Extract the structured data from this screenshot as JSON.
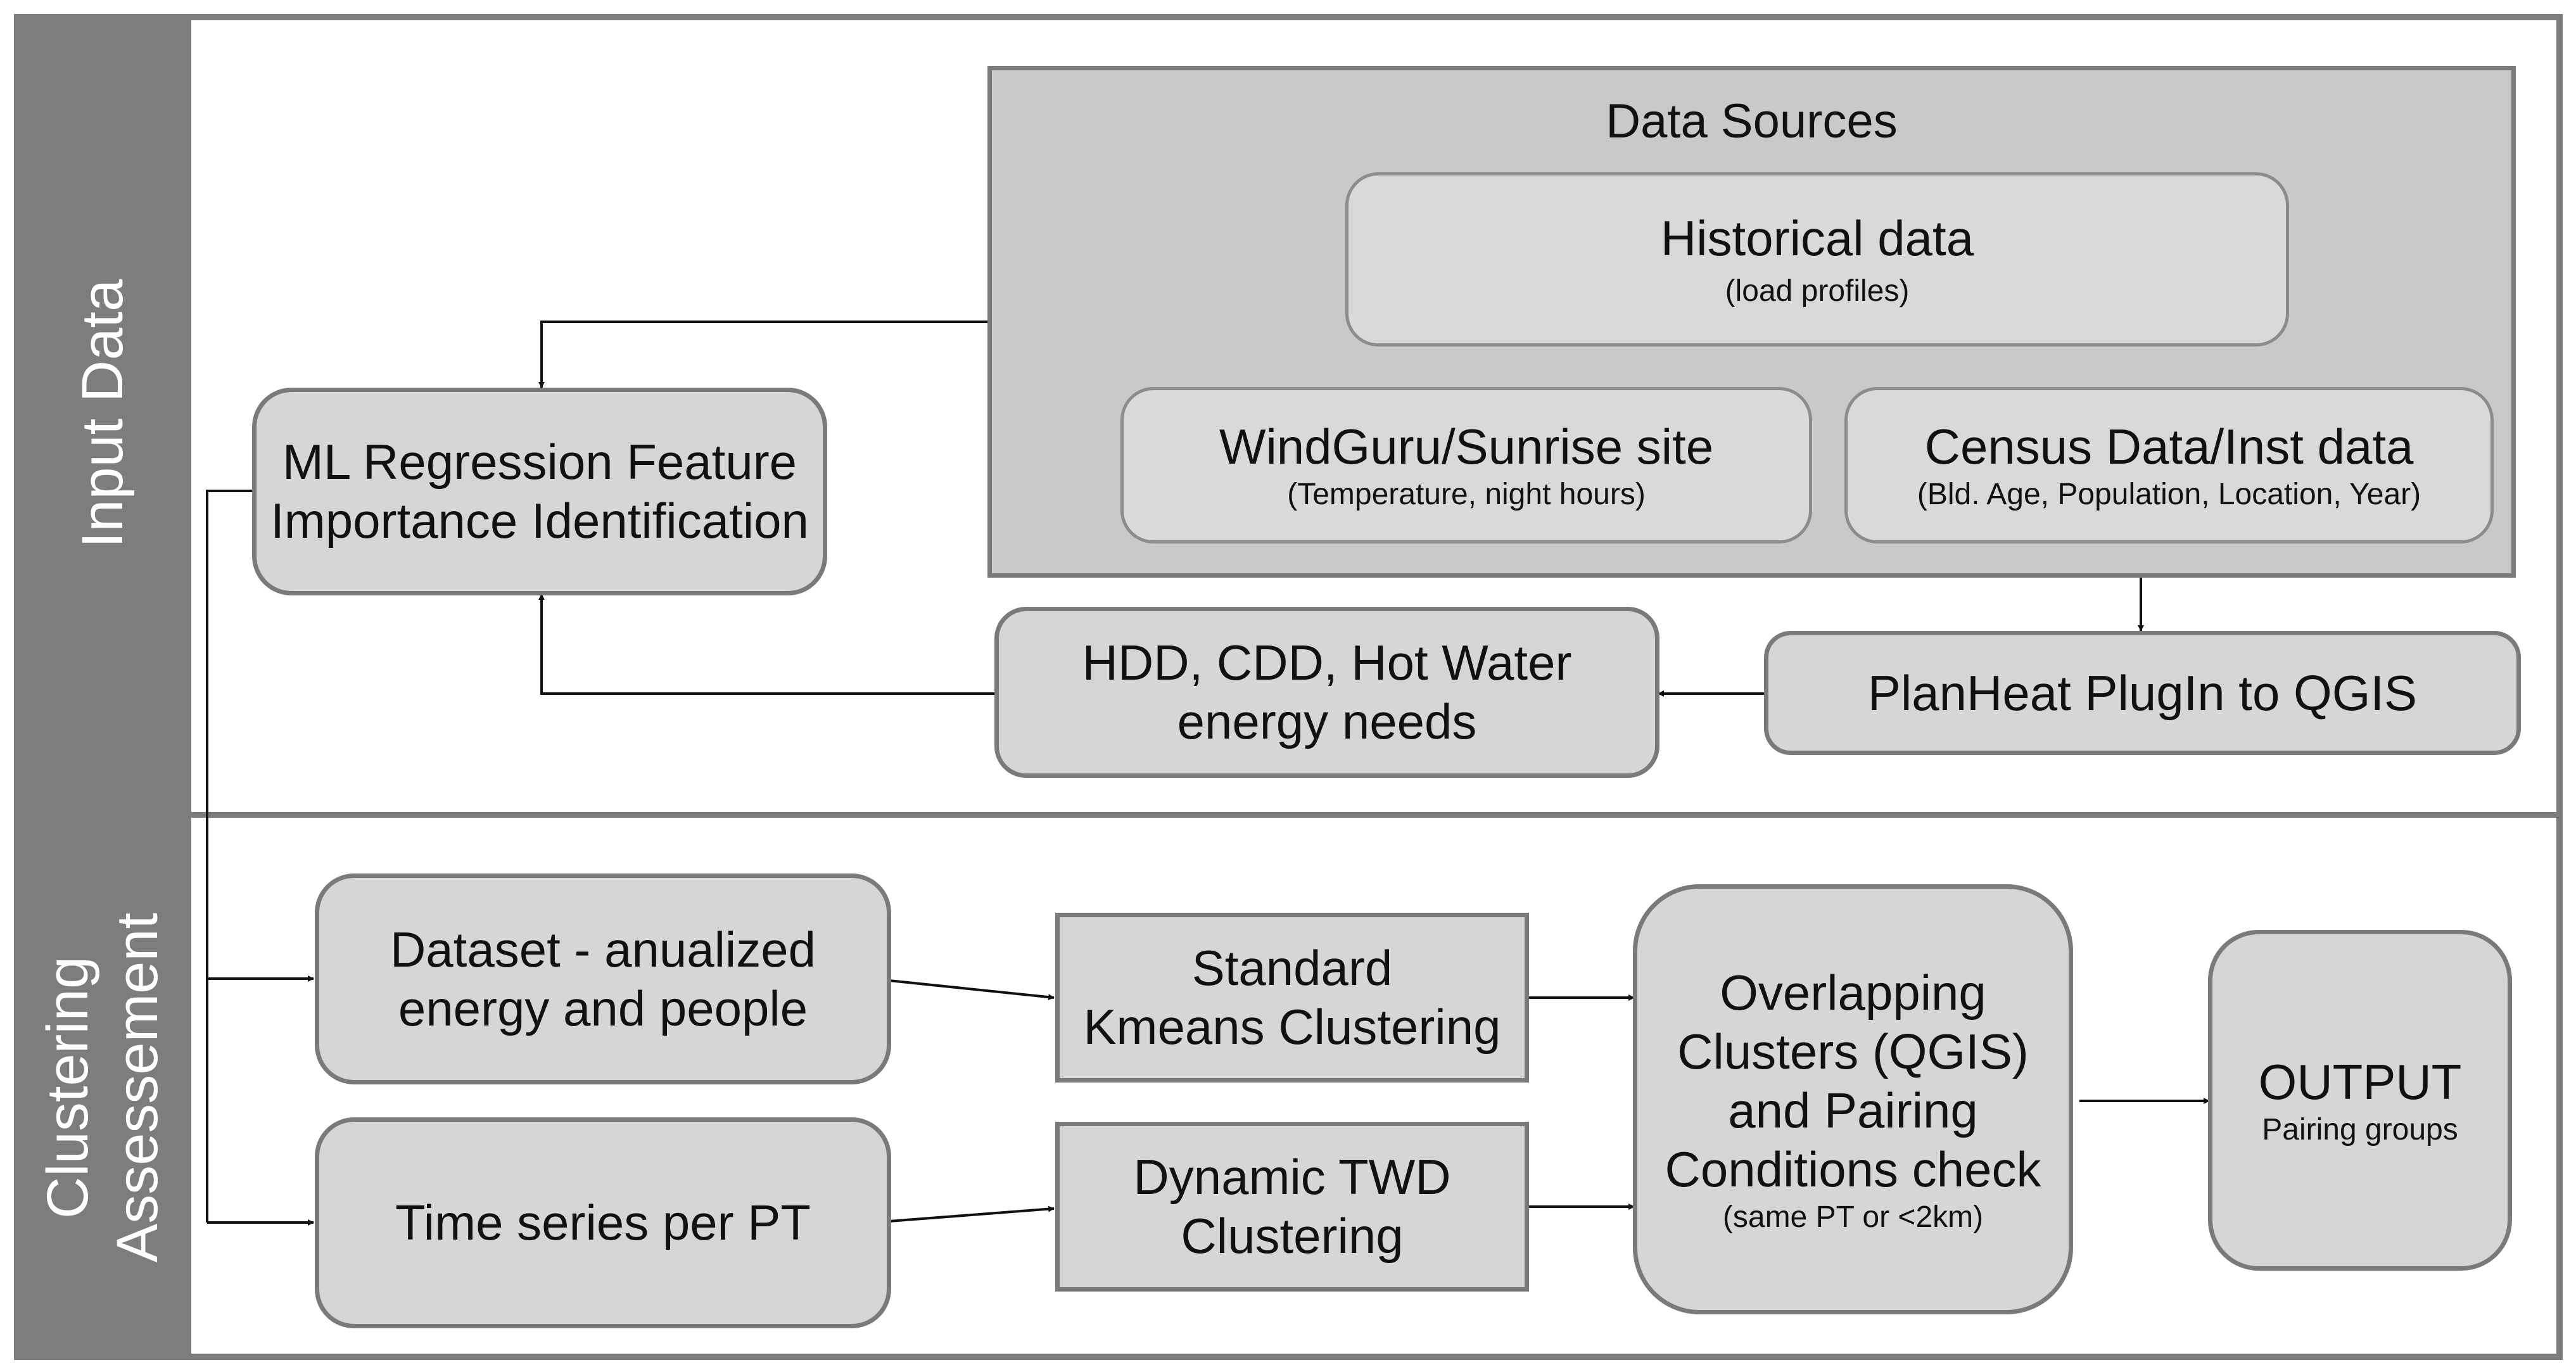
{
  "lanes": {
    "input": "Input Data",
    "clustering": [
      "Clustering",
      "Assessement"
    ]
  },
  "data_sources": {
    "title": "Data Sources",
    "historical": {
      "title": "Historical data",
      "sub": "(load profiles)"
    },
    "windguru": {
      "title": "WindGuru/Sunrise site",
      "sub": "(Temperature, night hours)"
    },
    "census": {
      "title": "Census Data/Inst data",
      "sub": "(Bld. Age, Population, Location, Year)"
    }
  },
  "ml": {
    "lines": [
      "ML Regression Feature",
      "Importance Identification"
    ]
  },
  "hdd": {
    "lines": [
      "HDD, CDD, Hot Water",
      "energy needs"
    ]
  },
  "planheat": {
    "title": "PlanHeat PlugIn to QGIS"
  },
  "dataset": {
    "lines": [
      "Dataset - anualized",
      "energy and people"
    ]
  },
  "timeseries": {
    "title": "Time series per PT"
  },
  "kmeans": {
    "lines": [
      "Standard",
      "Kmeans Clustering"
    ]
  },
  "twd": {
    "lines": [
      "Dynamic TWD",
      "Clustering"
    ]
  },
  "overlap": {
    "lines": [
      "Overlapping",
      "Clusters (QGIS)",
      "and Pairing",
      "Conditions check"
    ],
    "sub": "(same PT or <2km)"
  },
  "output": {
    "title": "OUTPUT",
    "sub": "Pairing groups"
  }
}
